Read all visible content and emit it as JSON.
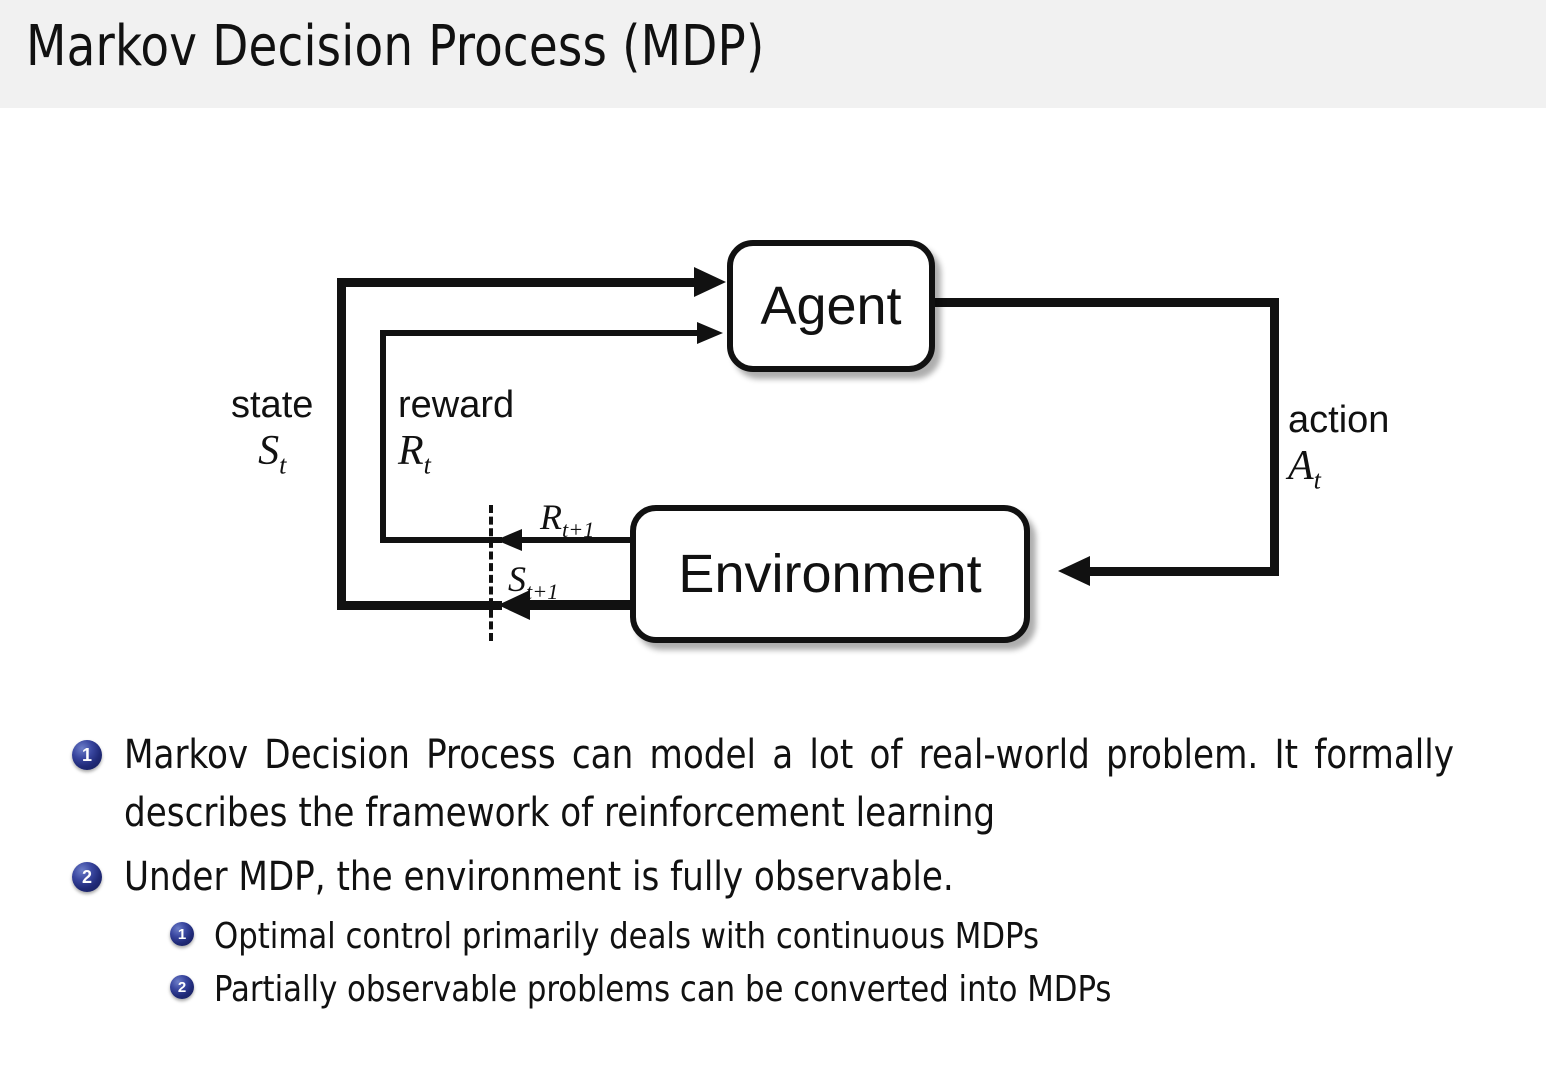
{
  "slide": {
    "title": "Markov Decision Process (MDP)",
    "header_bg": "#f1f1f1",
    "page_bg": "#ffffff",
    "accent_bullet_color": "#202a78"
  },
  "diagram": {
    "name": "agent-environment-interaction-loop",
    "nodes": [
      {
        "id": "agent",
        "label": "Agent"
      },
      {
        "id": "environment",
        "label": "Environment"
      }
    ],
    "labels": {
      "state_word": "state",
      "state_symbol": "S",
      "state_symbol_sub": "t",
      "reward_word": "reward",
      "reward_symbol": "R",
      "reward_symbol_sub": "t",
      "action_word": "action",
      "action_symbol": "A",
      "action_symbol_sub": "t",
      "reward_next_symbol": "R",
      "reward_next_sub": "t+1",
      "state_next_symbol": "S",
      "state_next_sub": "t+1"
    }
  },
  "bullets": [
    {
      "index": "1",
      "text": "Markov Decision Process can model a lot of real-world problem. It formally describes the framework of reinforcement learning",
      "children": []
    },
    {
      "index": "2",
      "text": "Under MDP, the environment is fully observable.",
      "children": [
        {
          "index": "1",
          "text": "Optimal control primarily deals with continuous MDPs"
        },
        {
          "index": "2",
          "text": "Partially observable problems can be converted into MDPs"
        }
      ]
    }
  ]
}
